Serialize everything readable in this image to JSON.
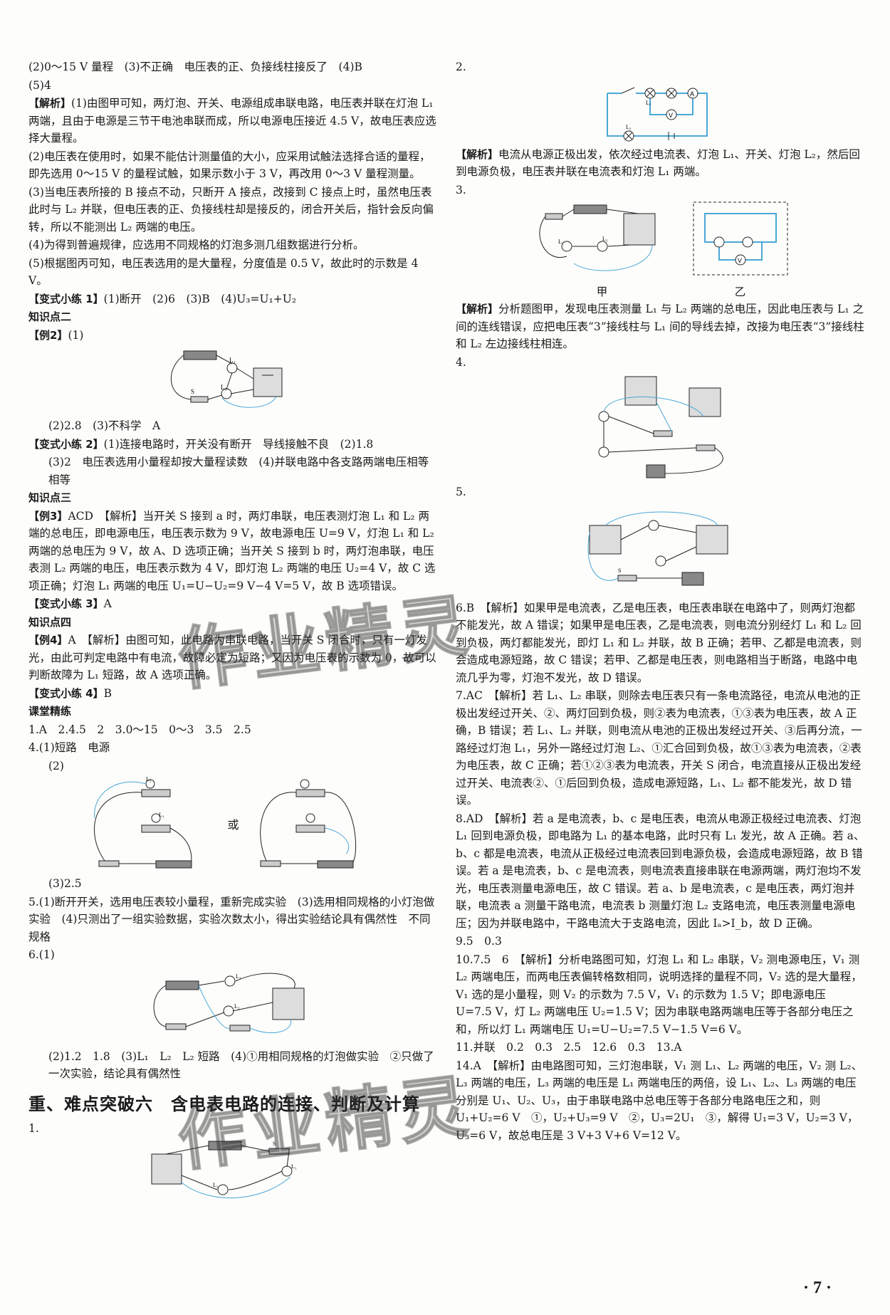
{
  "left": {
    "l1": "(2)0～15 V 量程　(3)不正确　电压表的正、负接线柱接反了　(4)B",
    "l2": "(5)4",
    "l3_tag": "【解析】",
    "l3": "(1)由图甲可知，两灯泡、开关、电源组成串联电路，电压表并联在灯泡 L₁ 两端，且由于电源是三节干电池串联而成，所以电源电压接近 4.5 V，故电压表应选择大量程。",
    "l4": "(2)电压表在使用时，如果不能估计测量值的大小，应采用试触法选择合适的量程，即先选用 0～15 V 的量程试触，如果示数小于 3 V，再改用 0～3 V 量程测量。",
    "l5": "(3)当电压表所接的 B 接点不动，只断开 A 接点，改接到 C 接点上时，虽然电压表此时与 L₂ 并联，但电压表的正、负接线柱却是接反的，闭合开关后，指针会反向偏转，所以不能测出 L₂ 两端的电压。",
    "l6": "(4)为得到普遍规律，应选用不同规格的灯泡多测几组数据进行分析。",
    "l7": "(5)根据图丙可知，电压表选用的是大量程，分度值是 0.5 V，故此时的示数是 4 V。",
    "bs1_tag": "【变式小练 1】",
    "bs1": "(1)断开　(2)6　(3)B　(4)U₃=U₁+U₂",
    "kp2": "知识点二",
    "ex2_tag": "【例2】",
    "ex2": "(1)",
    "ex2b": "(2)2.8　(3)不科学　A",
    "bs2_tag": "【变式小练 2】",
    "bs2": "(1)连接电路时，开关没有断开　导线接触不良　(2)1.8",
    "bs2b": "(3)2　电压表选用小量程却按大量程读数　(4)并联电路中各支路两端电压相等　相等",
    "kp3": "知识点三",
    "ex3_tag": "【例3】",
    "ex3": "ACD　【解析】当开关 S 接到 a 时，两灯串联，电压表测灯泡 L₁ 和 L₂ 两端的总电压，即电源电压，电压表示数为 9 V，故电源电压 U=9 V，灯泡 L₁ 和 L₂ 两端的总电压为 9 V，故 A、D 选项正确；当开关 S 接到 b 时，两灯泡串联，电压表测 L₂ 两端的电压，电压表示数为 4 V，即灯泡 L₂ 两端的电压 U₂=4 V，故 C 选项正确；灯泡 L₁ 两端的电压 U₁=U−U₂=9 V−4 V=5 V，故 B 选项错误。",
    "bs3_tag": "【变式小练 3】",
    "bs3": "A",
    "kp4": "知识点四",
    "ex4_tag": "【例4】",
    "ex4": "A　【解析】由图可知，此电路为串联电路，当开关 S 闭合时，只有一灯发光，由此可判定电路中有电流，故障必定为短路；又因为电压表的示数为 0，故可以判断故障为 L₁ 短路，故 A 选项正确。",
    "bs4_tag": "【变式小练 4】",
    "bs4": "B",
    "kt": "课堂精练",
    "k1": "1.A　2.4.5　2　3.0～15　0～3　3.5　2.5",
    "k4": "4.(1)短路　电源",
    "k4b": "(2)",
    "or": "或",
    "k4c": "(3)2.5",
    "k5": "5.(1)断开开关，选用电压表较小量程，重新完成实验　(3)选用相同规格的小灯泡做实验　(4)只测出了一组实验数据，实验次数太小，得出实验结论具有偶然性　不同规格",
    "k6": "6.(1)",
    "k6b": "(2)1.2　1.8　(3)L₁　L₂　L₂ 短路　(4)①用相同规格的灯泡做实验　②只做了一次实验，结论具有偶然性",
    "section": "重、难点突破六　含电表电路的连接、判断及计算",
    "s1": "1."
  },
  "right": {
    "q2": "2.",
    "q2_tag": "【解析】",
    "q2a": "电流从电源正极出发，依次经过电流表、灯泡 L₁、开关、灯泡 L₂，然后回到电源负极，电压表并联在电流表和灯泡 L₁ 两端。",
    "q3": "3.",
    "fig_jia": "甲",
    "fig_yi": "乙",
    "q3_tag": "【解析】",
    "q3a": "分析题图甲，发现电压表测量 L₁ 与 L₂ 两端的总电压，因此电压表与 L₁ 之间的连线错误，应把电压表“3”接线柱与 L₁ 间的导线去掉，改接为电压表“3”接线柱和 L₂ 左边接线柱相连。",
    "q4": "4.",
    "q5": "5.",
    "q6": "6.B　【解析】如果甲是电流表，乙是电压表，电压表串联在电路中了，则两灯泡都不能发光，故 A 错误；如果甲是电压表，乙是电流表，则电流分别经灯 L₁ 和 L₂ 回到负极，两灯都能发光，即灯 L₁ 和 L₂ 并联，故 B 正确；若甲、乙都是电流表，则会造成电源短路，故 C 错误；若甲、乙都是电压表，则电路相当于断路，电路中电流几乎为零，灯泡不发光，故 D 错误。",
    "q7": "7.AC　【解析】若 L₁、L₂ 串联，则除去电压表只有一条电流路径，电流从电池的正极出发经过开关、②、两灯回到负极，则②表为电流表，①③表为电压表，故 A 正确，B 错误；若 L₁、L₂ 并联，则电流从电池的正极出发经过开关、③后再分流，一路经过灯泡 L₁，另外一路经过灯泡 L₂、①汇合回到负极，故①③表为电流表，②表为电压表，故 C 正确；若①②③表为电流表，开关 S 闭合，电流直接从正极出发经过开关、电流表②、①后回到负极，造成电源短路，L₁、L₂ 都不能发光，故 D 错误。",
    "q8": "8.AD　【解析】若 a 是电流表，b、c 是电压表，电流从电源正极经过电流表、灯泡 L₁ 回到电源负极，即电路为 L₁ 的基本电路，此时只有 L₁ 发光，故 A 正确。若 a、b、c 都是电流表，电流从正极经过电流表回到电源负极，会造成电源短路，故 B 错误。若 a 是电流表，b、c 是电流表，则电流表直接串联在电源两端，两灯泡均不发光，电压表测量电源电压，故 C 错误。若 a、b 是电流表，c 是电压表，两灯泡并联，电流表 a 测量干路电流，电流表 b 测量灯泡 L₂ 支路电流，电压表测量电源电压；因为并联电路中，干路电流大于支路电流，因此 Iₐ>I_b，故 D 正确。",
    "q9": "9.5　0.3",
    "q10": "10.7.5　6　【解析】分析电路图可知，灯泡 L₁ 和 L₂ 串联，V₂ 测电源电压，V₁ 测 L₂ 两端电压，而两电压表偏转格数相同，说明选择的量程不同，V₂ 选的是大量程，V₁ 选的是小量程，则 V₂ 的示数为 7.5 V，V₁ 的示数为 1.5 V；即电源电压 U=7.5 V，灯 L₂ 两端电压 U₂=1.5 V；因为串联电路两端电压等于各部分电压之和，所以灯 L₁ 两端电压 U₁=U−U₂=7.5 V−1.5 V=6 V。",
    "q11": "11.并联　0.2　0.3　2.5　12.6　0.3　13.A",
    "q14": "14.A　【解析】由电路图可知，三灯泡串联，V₁ 测 L₁、L₂ 两端的电压，V₂ 测 L₂、L₃ 两端的电压，L₃ 两端的电压是 L₁ 两端电压的两倍，设 L₁、L₂、L₃ 两端的电压分别是 U₁、U₂、U₃，由于串联电路中总电压等于各部分电路电压之和，则 U₁+U₂=6 V　①，U₂+U₃=9 V　②，U₃=2U₁　③，解得 U₁=3 V，U₂=3 V，U₃=6 V，故总电压是 3 V+3 V+6 V=12 V。"
  },
  "page_number": "· 7 ·",
  "watermark": "作业精灵"
}
